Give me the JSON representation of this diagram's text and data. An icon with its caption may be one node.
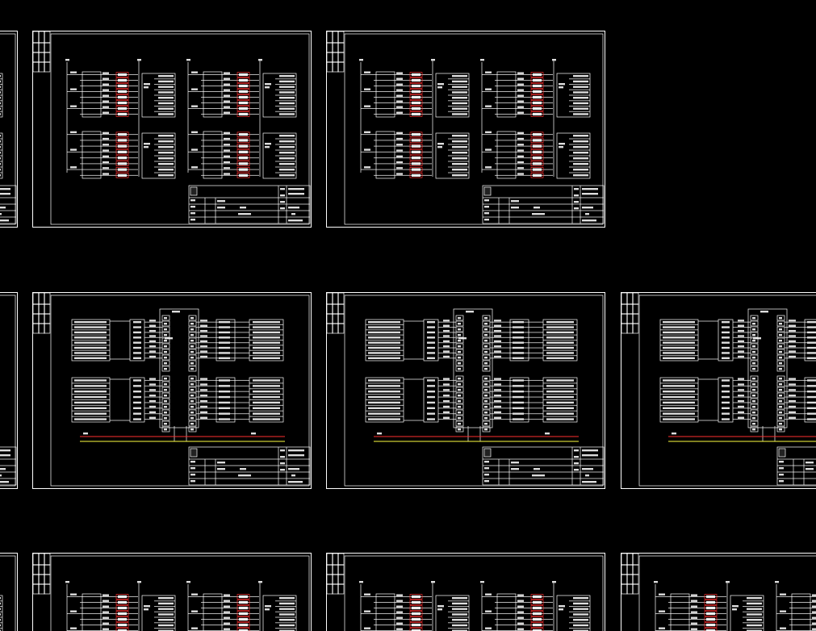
{
  "diagram": {
    "nodes": [
      {
        "text": [],
        "shape": "box"
      },
      {
        "text": [],
        "shape": "box"
      },
      {
        "text": [],
        "shape": "box"
      },
      {
        "text": [],
        "shape": "box"
      },
      {
        "text": [],
        "shape": "box"
      },
      {
        "text": [],
        "shape": "box"
      },
      {
        "text": [],
        "shape": "box"
      },
      {
        "text": [],
        "shape": "box"
      },
      {
        "text": [],
        "shape": "box"
      },
      {
        "text": [],
        "shape": "box"
      },
      {
        "text": [],
        "shape": "box"
      }
    ]
  }
}
